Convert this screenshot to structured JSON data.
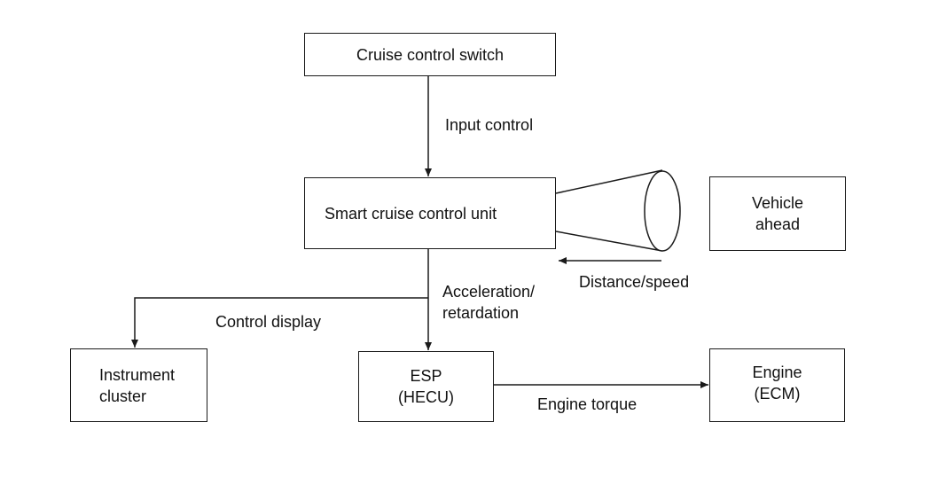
{
  "diagram": {
    "nodes": {
      "switch": "Cruise control switch",
      "unit": "Smart cruise control unit",
      "vehicle": "Vehicle\nahead",
      "cluster": "Instrument\ncluster",
      "esp": "ESP\n(HECU)",
      "engine": "Engine\n(ECM)"
    },
    "edges": {
      "input_control": "Input control",
      "distance_speed": "Distance/speed",
      "accel": "Acceleration/\nretardation",
      "control_display": "Control display",
      "engine_torque": "Engine torque"
    }
  }
}
